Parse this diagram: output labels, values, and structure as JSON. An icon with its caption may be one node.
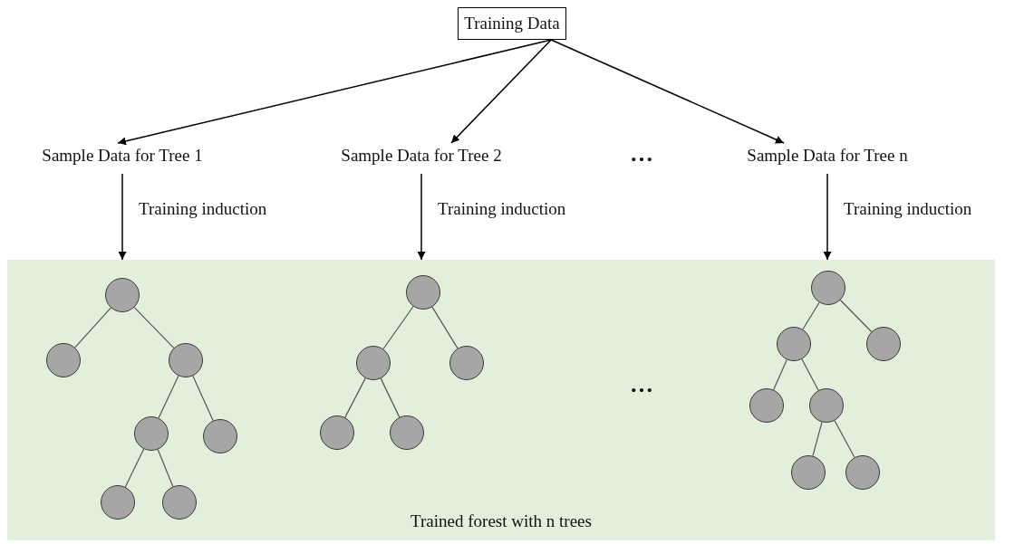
{
  "diagram": {
    "nodes": [
      {
        "text": [
          "Training Data"
        ]
      },
      {
        "text": [
          "Sample Data for Tree 1"
        ]
      },
      {
        "text": [
          "Sample Data for Tree 2"
        ]
      },
      {
        "text": [
          "Sample Data for Tree n"
        ]
      },
      {
        "text": [
          "Trained forest with n trees"
        ]
      },
      {
        "text": [],
        "shape": "circle",
        "in": 4
      },
      {
        "text": [],
        "shape": "circle",
        "in": 4
      },
      {
        "text": [],
        "shape": "circle",
        "in": 4
      },
      {
        "text": [],
        "shape": "circle",
        "in": 4
      },
      {
        "text": [],
        "shape": "circle",
        "in": 4
      },
      {
        "text": [],
        "shape": "circle",
        "in": 4
      },
      {
        "text": [],
        "shape": "circle",
        "in": 4
      },
      {
        "text": [],
        "shape": "circle",
        "in": 4
      },
      {
        "text": [],
        "shape": "circle",
        "in": 4
      },
      {
        "text": [],
        "shape": "circle",
        "in": 4
      },
      {
        "text": [],
        "shape": "circle",
        "in": 4
      },
      {
        "text": [],
        "shape": "circle",
        "in": 4
      },
      {
        "text": [],
        "shape": "circle",
        "in": 4
      },
      {
        "text": [],
        "shape": "circle",
        "in": 4
      },
      {
        "text": [],
        "shape": "circle",
        "in": 4
      },
      {
        "text": [],
        "shape": "circle",
        "in": 4
      },
      {
        "text": [],
        "shape": "circle",
        "in": 4
      },
      {
        "text": [],
        "shape": "circle",
        "in": 4
      },
      {
        "text": [],
        "shape": "circle",
        "in": 4
      }
    ],
    "edges": [
      {
        "from": 0,
        "to": 1,
        "arrow": "to"
      },
      {
        "from": 0,
        "to": 2,
        "arrow": "to"
      },
      {
        "from": 0,
        "to": 3,
        "arrow": "to"
      },
      {
        "from": 1,
        "to": 4,
        "arrow": "to",
        "label": "Training induction"
      },
      {
        "from": 2,
        "to": 4,
        "arrow": "to",
        "label": "Training induction"
      },
      {
        "from": 3,
        "to": 4,
        "arrow": "to",
        "label": "Training induction"
      },
      {
        "from": 5,
        "to": 6,
        "arrow": "none"
      },
      {
        "from": 5,
        "to": 7,
        "arrow": "none"
      },
      {
        "from": 7,
        "to": 8,
        "arrow": "none"
      },
      {
        "from": 7,
        "to": 9,
        "arrow": "none"
      },
      {
        "from": 8,
        "to": 10,
        "arrow": "none"
      },
      {
        "from": 8,
        "to": 11,
        "arrow": "none"
      },
      {
        "from": 12,
        "to": 13,
        "arrow": "none"
      },
      {
        "from": 12,
        "to": 14,
        "arrow": "none"
      },
      {
        "from": 13,
        "to": 15,
        "arrow": "none"
      },
      {
        "from": 13,
        "to": 16,
        "arrow": "none"
      },
      {
        "from": 17,
        "to": 18,
        "arrow": "none"
      },
      {
        "from": 17,
        "to": 19,
        "arrow": "none"
      },
      {
        "from": 18,
        "to": 20,
        "arrow": "none"
      },
      {
        "from": 18,
        "to": 21,
        "arrow": "none"
      },
      {
        "from": 21,
        "to": 22,
        "arrow": "none"
      },
      {
        "from": 21,
        "to": 23,
        "arrow": "none"
      }
    ],
    "labels": [
      "…",
      "…"
    ]
  }
}
